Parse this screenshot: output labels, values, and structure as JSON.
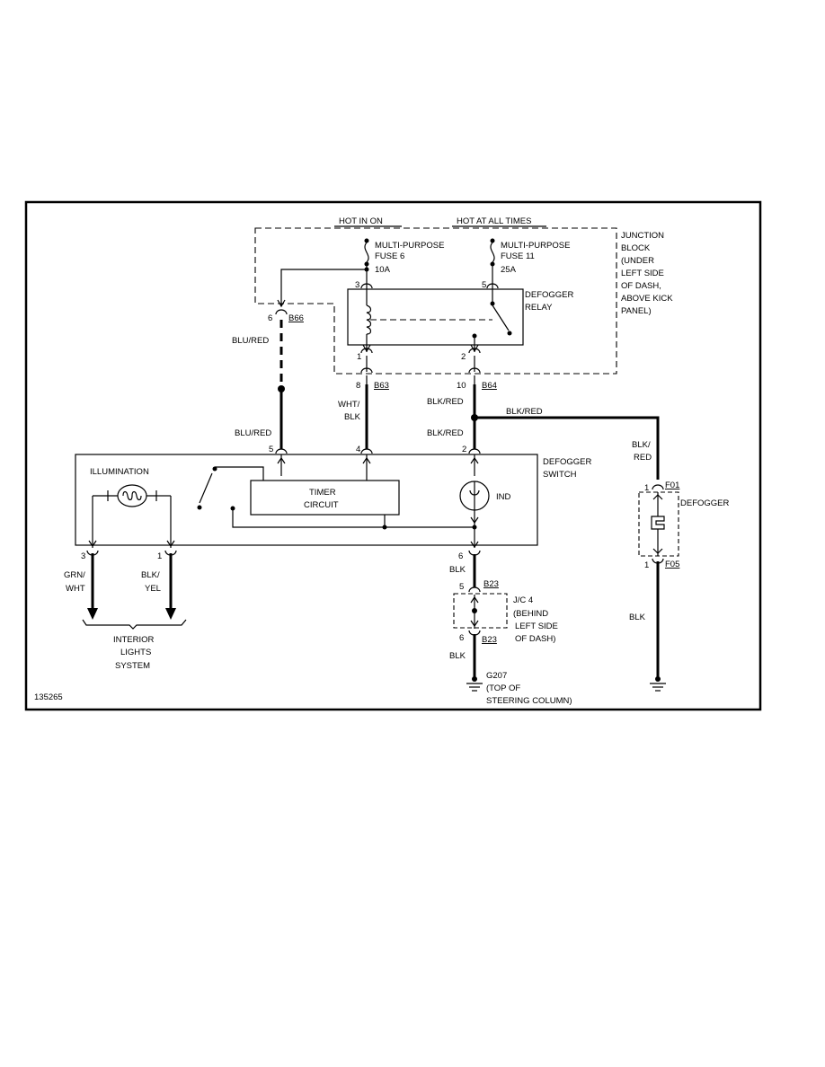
{
  "supply": {
    "hot_in_on": "HOT IN ON",
    "hot_at_all_times": "HOT AT ALL TIMES"
  },
  "junction_block": {
    "lines": [
      "JUNCTION",
      "BLOCK",
      "(UNDER",
      "LEFT SIDE",
      "OF DASH,",
      "ABOVE KICK",
      "PANEL)"
    ]
  },
  "fuses": [
    {
      "line1": "MULTI-PURPOSE",
      "line2": "FUSE 6",
      "rating": "10A"
    },
    {
      "line1": "MULTI-PURPOSE",
      "line2": "FUSE 11",
      "rating": "25A"
    }
  ],
  "relay": {
    "line1": "DEFOGGER",
    "line2": "RELAY",
    "pin_a": "3",
    "pin_b": "5",
    "pin_c": "1",
    "pin_d": "2"
  },
  "connectors": {
    "b66": "B66",
    "b66_pin": "6",
    "b63": "B63",
    "b63_pin": "8",
    "b64": "B64",
    "b64_pin": "10",
    "b23_top": "B23",
    "b23_top_pin": "5",
    "b23_bot": "B23",
    "b23_bot_pin": "6",
    "f01": "F01",
    "f01_pin": "1",
    "f05": "F05",
    "f05_pin": "1"
  },
  "wires": {
    "blu_red_upper": "BLU/RED",
    "blu_red_lower": "BLU/RED",
    "wht_blk_1": "WHT/",
    "wht_blk_2": "BLK",
    "blk_red_upper": "BLK/RED",
    "blk_red_lower": "BLK/RED",
    "blk_red_branch": "BLK/RED",
    "blk_red_v1": "BLK/",
    "blk_red_v2": "RED",
    "grn_wht_1": "GRN/",
    "grn_wht_2": "WHT",
    "blk_yel_1": "BLK/",
    "blk_yel_2": "YEL",
    "blk_switch": "BLK",
    "blk_ground": "BLK",
    "blk_defogger": "BLK"
  },
  "switch": {
    "line1": "DEFOGGER",
    "line2": "SWITCH",
    "illumination": "ILLUMINATION",
    "timer1": "TIMER",
    "timer2": "CIRCUIT",
    "ind": "IND",
    "pin5": "5",
    "pin4": "4",
    "pin2": "2",
    "pin3": "3",
    "pin1": "1",
    "pin6": "6"
  },
  "jc4": {
    "lines": [
      "J/C 4",
      "(BEHIND",
      "LEFT SIDE",
      "OF DASH)"
    ]
  },
  "ground": {
    "lines": [
      "G207",
      "(TOP OF",
      "STEERING COLUMN)"
    ]
  },
  "defogger": {
    "label": "DEFOGGER"
  },
  "interior": {
    "lines": [
      "INTERIOR",
      "LIGHTS",
      "SYSTEM"
    ]
  },
  "figure_id": "135265"
}
